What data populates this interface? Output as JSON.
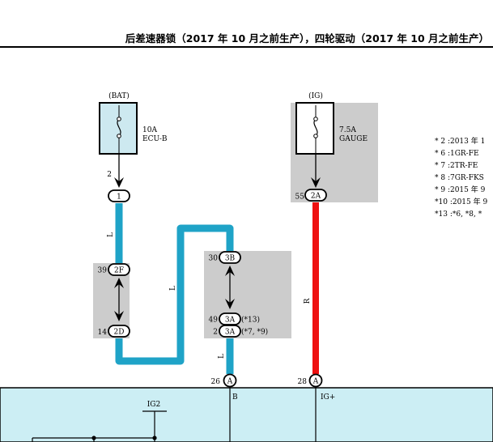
{
  "title": "后差速器锁（2017 年 10 月之前生产），四轮驱动（2017 年 10 月之前生产）",
  "colors": {
    "wire_L": "#1fa3c7",
    "wire_R": "#ee1111",
    "fuse_bat_fill": "#cde9f0",
    "grey_block": "#cccccc",
    "ecu_fill": "#cceef4"
  },
  "fuse_bat": {
    "label": "(BAT)",
    "rating": "10A",
    "name": "ECU-B",
    "pin": "2",
    "connector": "1"
  },
  "fuse_ig": {
    "label": "(IG)",
    "rating": "7.5A",
    "name": "GAUGE",
    "pin": "55",
    "connector": "2A"
  },
  "junction_left": {
    "top_pin": "39",
    "top_conn": "2F",
    "bottom_pin": "14",
    "bottom_conn": "2D"
  },
  "junction_right": {
    "top_pin": "30",
    "top_conn": "3B",
    "mid_pin": "49",
    "mid_conn": "3A",
    "mid_note": "(*13)",
    "bottom_pin": "2",
    "bottom_conn": "3A",
    "bottom_note": "(*7, *9)"
  },
  "wire_labels": {
    "w1": "L",
    "w2": "L",
    "w3": "L",
    "w4": "R"
  },
  "ecu": {
    "pin_b": "26",
    "conn_b": "A",
    "term_b": "B",
    "pin_ig": "28",
    "conn_ig": "A",
    "term_ig": "IG+",
    "ig2": "IG2"
  },
  "notes": [
    "* 2 :2013 年 1",
    "* 6 :1GR-FE",
    "* 7 :2TR-FE",
    "* 8 :7GR-FKS",
    "* 9 :2015 年 9",
    "*10 :2015 年 9",
    "*13 :*6, *8, *"
  ]
}
